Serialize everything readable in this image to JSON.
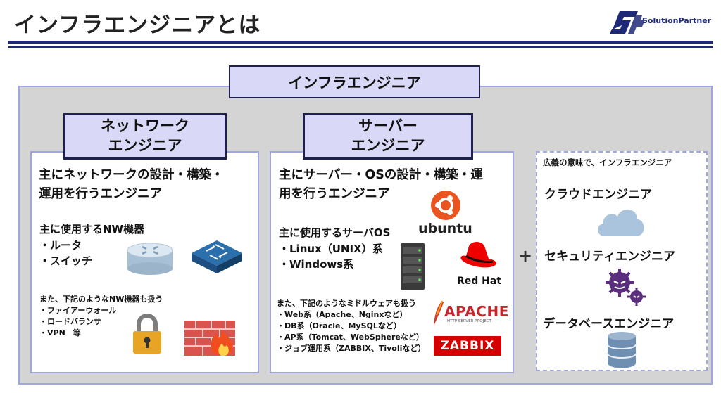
{
  "title": "インフラエンジニアとは",
  "logo": {
    "text": "SolutionPartner"
  },
  "infra_label": "インフラエンジニア",
  "network": {
    "head_line1": "ネットワーク",
    "head_line2": "エンジニア",
    "desc_line1": "主にネットワークの設計・構築・",
    "desc_line2": "運用を行うエンジニア",
    "devices_title": "主に使用するNW機器",
    "devices": [
      "・ルータ",
      "・スイッチ"
    ],
    "extra_title": "また、下記のようなNW機器も扱う",
    "extra_items": [
      "・ファイアーウォール",
      "・ロードバランサ",
      "・VPN　等"
    ]
  },
  "server": {
    "head_line1": "サーバー",
    "head_line2": "エンジニア",
    "desc_line1": "主にサーバー・OSの設計・構築・運",
    "desc_line2": "用を行うエンジニア",
    "os_title": "主に使用するサーバOS",
    "os_items": [
      "・Linux（UNIX）系",
      "・Windows系"
    ],
    "mw_title": "また、下記のようなミドルウェアも扱う",
    "mw_items": [
      "・Web系（Apache、Nginxなど）",
      "・DB系（Oracle、MySQLなど）",
      "・AP系（Tomcat、WebSphereなど）",
      "・ジョブ運用系（ZABBIX、Tivoliなど）"
    ],
    "logos": {
      "ubuntu": "ubuntu",
      "redhat": "Red Hat",
      "apache": "APACHE",
      "apache_sub": "HTTP SERVER PROJECT",
      "zabbix": "ZABBIX"
    }
  },
  "plus": "+",
  "wide": {
    "caption": "広義の意味で、インフラエンジニア",
    "items": [
      "クラウドエンジニア",
      "セキュリティエンジニア",
      "データベースエンジニア"
    ]
  },
  "colors": {
    "accent": "#1e2a78",
    "label_bg": "#d9d9f7",
    "outer_bg": "#d4d4d4",
    "panel_border": "#9fa6e0",
    "zabbix": "#d40000"
  },
  "icons": [
    "router-icon",
    "switch-icon",
    "lock-icon",
    "firewall-icon",
    "server-rack-icon",
    "ubuntu-logo-icon",
    "redhat-logo-icon",
    "apache-feather-icon",
    "cloud-icon",
    "virus-icon",
    "database-icon"
  ]
}
